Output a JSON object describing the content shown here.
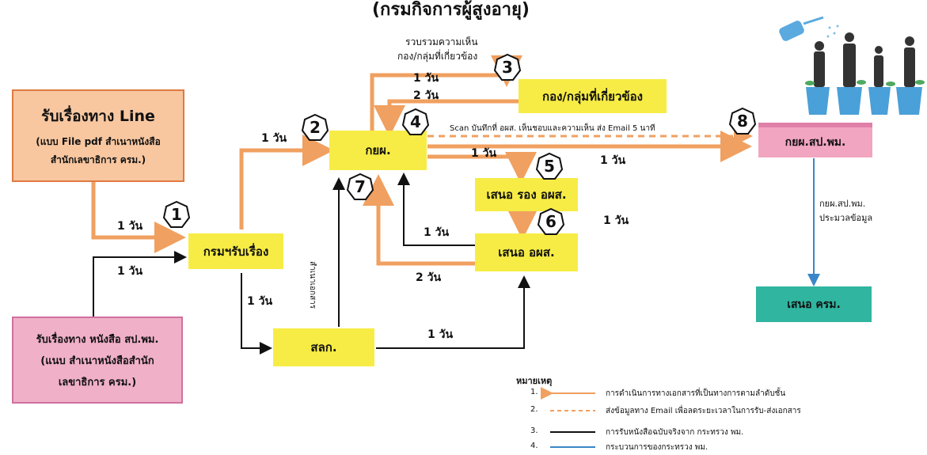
{
  "title": "(กรมกิจการผู้สูงอายุ)",
  "boxes": {
    "line_title": "รับเรื่องทาง Line",
    "line_sub1": "(แบบ File pdf สำเนาหนังสือ",
    "line_sub2": "สำนักเลขาธิการ ครม.)",
    "dept_receive": "กรมฯรับเรื่อง",
    "letter_line1": "รับเรื่องทาง หนังสือ สป.พม.",
    "letter_line2": "(แนบ สำเนาหนังสือสำนัก",
    "letter_line3": "เลขาธิการ ครม.)",
    "sakok": "สลก.",
    "koyopo": "กยผ.",
    "related_div": "กอง/กลุ่มที่เกี่ยวข้อง",
    "propose_deputy": "เสนอ รอง อผส.",
    "propose_director": "เสนอ อผส.",
    "central": "กยผ.สป.พม.",
    "propose_cabinet": "เสนอ ครม."
  },
  "labels": {
    "collect1": "รวบรวมความเห็น",
    "collect2": "กอง/กลุ่มที่เกี่ยวข้อง",
    "day1_a": "1 วัน",
    "day1_b": "1 วัน",
    "day1_c": "1 วัน",
    "day1_d": "1 วัน",
    "day1_e": "1 วัน",
    "day2_a": "2 วัน",
    "day1_f": "1 วัน",
    "day1_g": "1 วัน",
    "day1_h": "1 วัน",
    "day1_i": "1 วัน",
    "day2_b": "2 วัน",
    "day1_j": "1 วัน",
    "scan_note": "Scan บันทึกที่ อผส. เห็นชอบและความเห็น ส่ง Email 5 นาที",
    "vertical_note": "สำเนาเอกสาร",
    "central_process1": "กยผ.สป.พม.",
    "central_process2": "ประมวลข้อมูล"
  },
  "steps": [
    "1",
    "2",
    "3",
    "4",
    "5",
    "6",
    "7",
    "8"
  ],
  "legend": {
    "title": "หมายเหตุ",
    "items": [
      {
        "num": "1.",
        "text": "การดำเนินการทางเอกสารที่เป็นทางการตามลำดับชั้น",
        "color": "#f0a060",
        "style": "solid"
      },
      {
        "num": "2.",
        "text": "ส่งข้อมูลทาง Email เพื่อลดระยะเวลาในการรับ-ส่งเอกสาร",
        "color": "#f0a060",
        "style": "dashed"
      },
      {
        "num": "3.",
        "text": "การรับหนังสือฉบับจริงจาก กระทรวง พม.",
        "color": "#111111",
        "style": "solid"
      },
      {
        "num": "4.",
        "text": "กระบวนการของกระทรวง พม.",
        "color": "#3a86c8",
        "style": "solid"
      }
    ]
  },
  "colors": {
    "orange": "#f0a060",
    "black": "#111111",
    "blue": "#3a86c8",
    "yellow": "#f7ec45",
    "line_box": "#f8c7a0",
    "letter_box": "#f0b0c8",
    "central_box": "#f2a5c0",
    "cabinet_box": "#2fb5a0"
  }
}
